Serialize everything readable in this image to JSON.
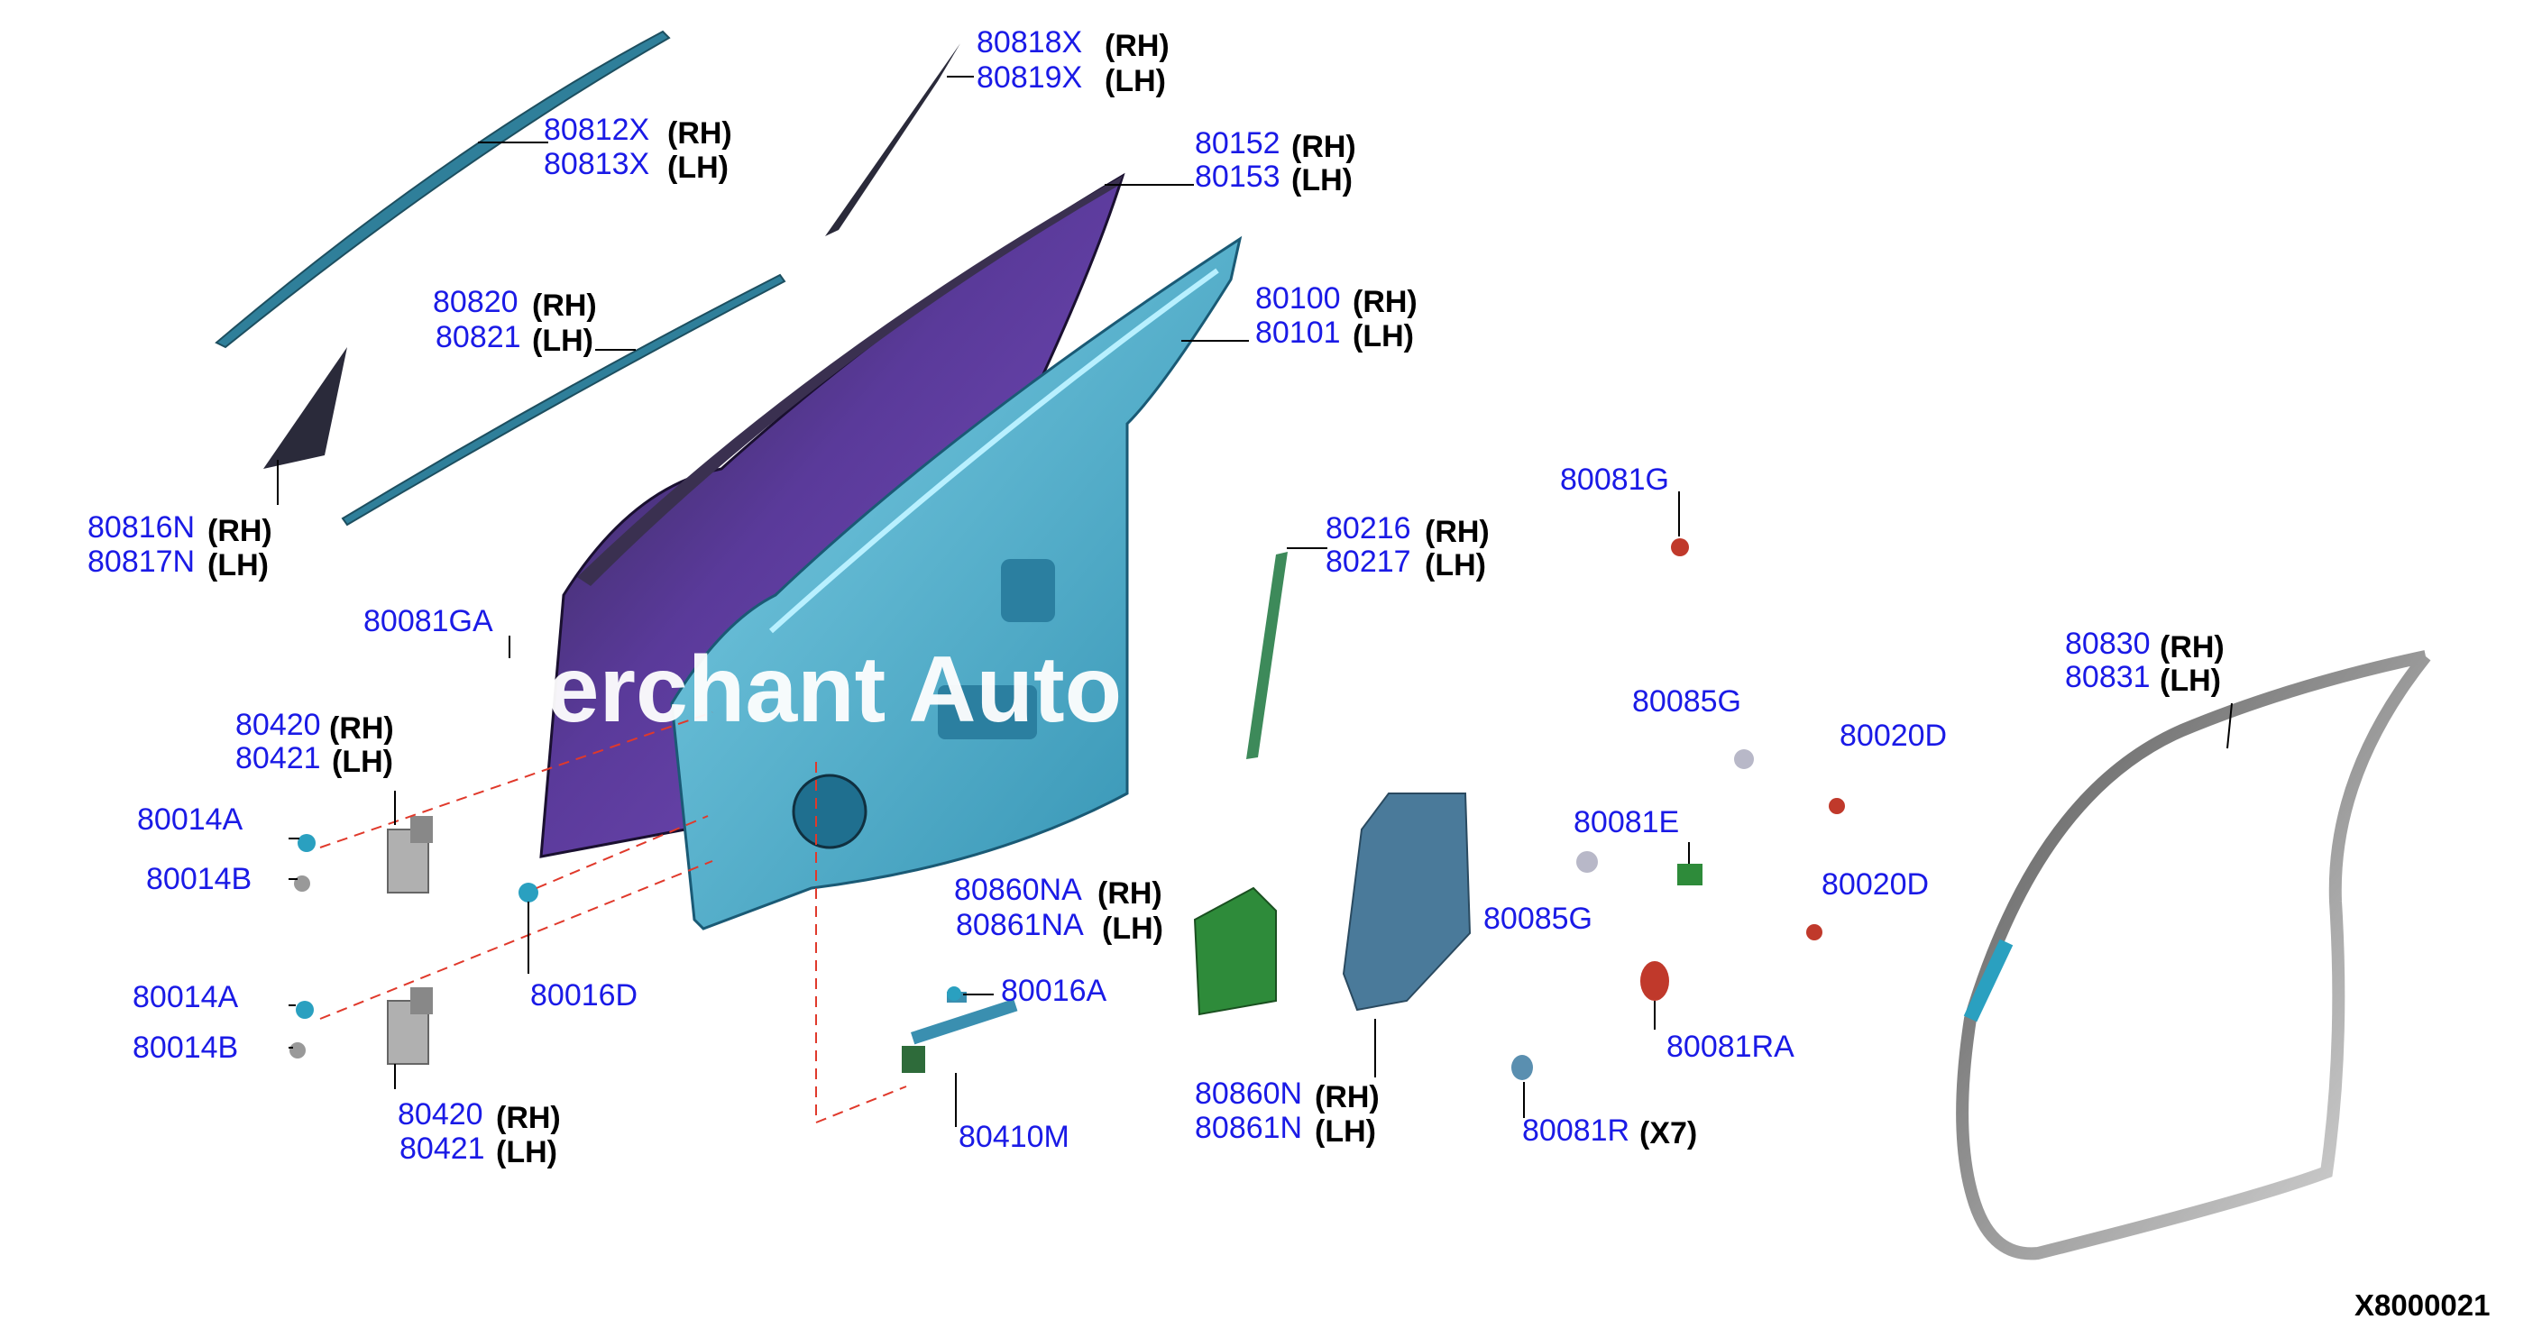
{
  "watermark": "Merchant Auto",
  "diagram_code": "X8000021",
  "callouts": [
    {
      "id": "c1",
      "number": "80818X",
      "side": "(RH)"
    },
    {
      "id": "c2",
      "number": "80819X",
      "side": "(LH)"
    },
    {
      "id": "c3",
      "number": "80812X",
      "side": "(RH)"
    },
    {
      "id": "c4",
      "number": "80813X",
      "side": "(LH)"
    },
    {
      "id": "c5",
      "number": "80152",
      "side": "(RH)"
    },
    {
      "id": "c6",
      "number": "80153",
      "side": "(LH)"
    },
    {
      "id": "c7",
      "number": "80820",
      "side": "(RH)"
    },
    {
      "id": "c8",
      "number": "80821",
      "side": "(LH)"
    },
    {
      "id": "c9",
      "number": "80100",
      "side": "(RH)"
    },
    {
      "id": "c10",
      "number": "80101",
      "side": "(LH)"
    },
    {
      "id": "c11",
      "number": "80816N",
      "side": "(RH)"
    },
    {
      "id": "c12",
      "number": "80817N",
      "side": "(LH)"
    },
    {
      "id": "c13",
      "number": "80081G",
      "side": ""
    },
    {
      "id": "c14",
      "number": "80216",
      "side": "(RH)"
    },
    {
      "id": "c15",
      "number": "80217",
      "side": "(LH)"
    },
    {
      "id": "c16",
      "number": "80081GA",
      "side": ""
    },
    {
      "id": "c17",
      "number": "80830",
      "side": "(RH)"
    },
    {
      "id": "c18",
      "number": "80831",
      "side": "(LH)"
    },
    {
      "id": "c19",
      "number": "80420",
      "side": "(RH)"
    },
    {
      "id": "c20",
      "number": "80421",
      "side": "(LH)"
    },
    {
      "id": "c21",
      "number": "80085G",
      "side": ""
    },
    {
      "id": "c22",
      "number": "80020D",
      "side": ""
    },
    {
      "id": "c23",
      "number": "80014A",
      "side": ""
    },
    {
      "id": "c24",
      "number": "80081E",
      "side": ""
    },
    {
      "id": "c25",
      "number": "80014B",
      "side": ""
    },
    {
      "id": "c26",
      "number": "80860NA",
      "side": "(RH)"
    },
    {
      "id": "c27",
      "number": "80861NA",
      "side": "(LH)"
    },
    {
      "id": "c28",
      "number": "80020D",
      "side": ""
    },
    {
      "id": "c29",
      "number": "80085G",
      "side": ""
    },
    {
      "id": "c30",
      "number": "80016D",
      "side": ""
    },
    {
      "id": "c31",
      "number": "80016A",
      "side": ""
    },
    {
      "id": "c32",
      "number": "80014A",
      "side": ""
    },
    {
      "id": "c33",
      "number": "80081RA",
      "side": ""
    },
    {
      "id": "c34",
      "number": "80014B",
      "side": ""
    },
    {
      "id": "c35",
      "number": "80860N",
      "side": "(RH)"
    },
    {
      "id": "c36",
      "number": "80861N",
      "side": "(LH)"
    },
    {
      "id": "c37",
      "number": "80420",
      "side": "(RH)"
    },
    {
      "id": "c38",
      "number": "80421",
      "side": "(LH)"
    },
    {
      "id": "c39",
      "number": "80410M",
      "side": ""
    },
    {
      "id": "c40",
      "number": "80081R",
      "side": "(X7)"
    }
  ],
  "colors": {
    "part_number": "#1a1ae6",
    "door_frame": "#3fa7c6",
    "door_skin": "#6a3fa8",
    "seal": "#9a9a9a",
    "leader": "#000000",
    "alignment_dash": "#e0392b",
    "grommet": "#c0392b",
    "bracket": "#2e8b3a"
  }
}
